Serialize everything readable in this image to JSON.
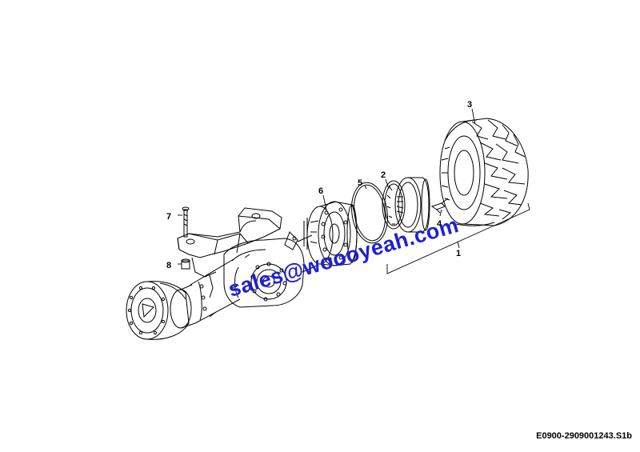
{
  "labels": {
    "part_1": "1",
    "part_2": "2",
    "part_3": "3",
    "part_4": "4",
    "part_5": "5",
    "part_6": "6",
    "part_7": "7",
    "part_8": "8"
  },
  "watermark": "sales@woooyeah.com",
  "drawing_code": "E0900-2909001243.S1b",
  "colors": {
    "line": "#000000",
    "watermark": "#1f1fd6",
    "background": "#ffffff"
  }
}
